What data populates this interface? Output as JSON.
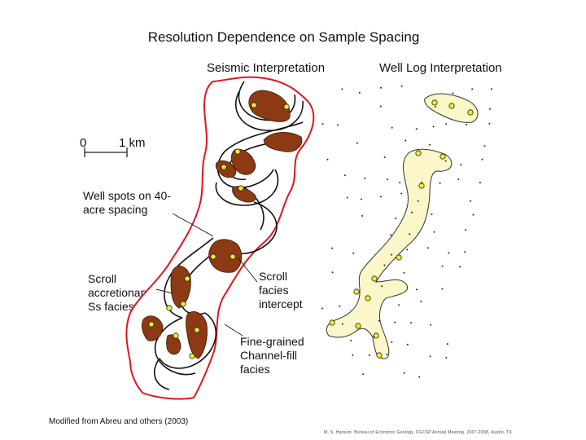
{
  "title": "Resolution Dependence on Sample Spacing",
  "headers": {
    "seismic": "Seismic Interpretation",
    "well_log": "Well Log Interpretation"
  },
  "scale_bar": {
    "start": "0",
    "end": "1 km"
  },
  "labels": {
    "well_spots": "Well spots on 40-acre spacing",
    "scroll_accretionary": "Scroll accretionary Ss facies",
    "scroll_intercept": "Scroll facies intercept",
    "fine_grained": "Fine-grained Channel-fill facies"
  },
  "credit": "Modified from Abreu and others (2003)",
  "footer": "M. S. Hanson, Bureau of Economic Geology, FGCSP Annual Meeting, 2007-2008, Austin, TX",
  "colors": {
    "scroll_facies": "#8b3a14",
    "channel_fill": "#fbf7c8",
    "well_spot": "#f2ea2a",
    "belt_outline": "#e0161d"
  }
}
